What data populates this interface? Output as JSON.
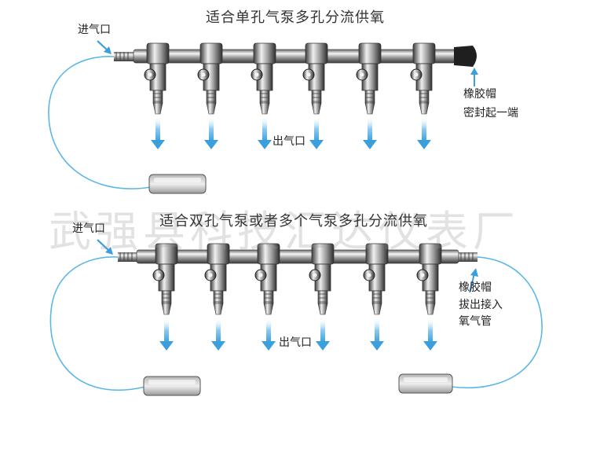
{
  "panel_top": {
    "title": "适合单孔气泵多孔分流供氧",
    "inlet_label": "进气口",
    "outlet_label": "出气口",
    "cap_note": [
      "橡胶帽",
      "密封起一端"
    ],
    "valve_count": 6
  },
  "panel_bottom": {
    "title": "适合双孔气泵或者多个气泵多孔分流供氧",
    "inlet_label": "进气口",
    "outlet_label": "出气口",
    "cap_note": [
      "橡胶帽",
      "拔出接入",
      "氧气管"
    ],
    "valve_count": 6
  },
  "watermark": "武强县科技汇达仪表厂",
  "colors": {
    "tube": "#5bb8e6",
    "arrow": "#4aa8e0",
    "metal_light": "#f2f2f2",
    "metal_dark": "#555555",
    "cap": "#222222",
    "pump": "#d9d9d9"
  }
}
